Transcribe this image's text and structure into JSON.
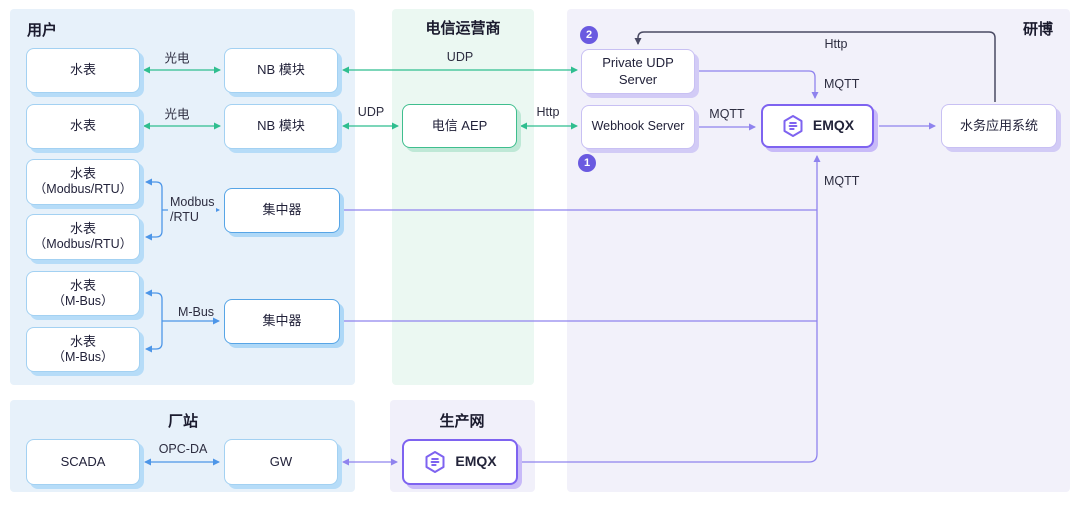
{
  "regions": {
    "user": "用户",
    "telecom": "电信运营商",
    "yanbo": "研博",
    "plant": "厂站",
    "production": "生产网"
  },
  "nodes": {
    "meter1": "水表",
    "meter2": "水表",
    "nb_module1": "NB 模块",
    "nb_module2": "NB 模块",
    "meter_modbus1": {
      "line1": "水表",
      "line2": "（Modbus/RTU）"
    },
    "meter_modbus2": {
      "line1": "水表",
      "line2": "（Modbus/RTU）"
    },
    "concentrator1": "集中器",
    "meter_mbus1": {
      "line1": "水表",
      "line2": "（M-Bus）"
    },
    "meter_mbus2": {
      "line1": "水表",
      "line2": "（M-Bus）"
    },
    "concentrator2": "集中器",
    "telecom_aep": "电信 AEP",
    "private_udp_server": {
      "line1": "Private UDP",
      "line2": "Server"
    },
    "webhook_server": "Webhook Server",
    "emqx": "EMQX",
    "water_app": "水务应用系统",
    "scada": "SCADA",
    "gw": "GW",
    "emqx_production": "EMQX"
  },
  "edges": {
    "photoelectric1": "光电",
    "photoelectric2": "光电",
    "udp_top": "UDP",
    "udp_aep": "UDP",
    "http_aep": "Http",
    "http_app": "Http",
    "mqtt_webhook": "MQTT",
    "mqtt_udp": "MQTT",
    "mqtt_gateway": "MQTT",
    "modbus_line1": "Modbus",
    "modbus_line2": "/RTU",
    "mbus": "M-Bus",
    "opcda": "OPC-DA"
  },
  "badges": {
    "step1": "1",
    "step2": "2"
  },
  "colors": {
    "green": "#2fbe8f",
    "blue": "#4d96e8",
    "purple": "#8f83ee",
    "dark": "#4a4a63",
    "badge": "#6a5ae0",
    "emqx": "#7e63f0"
  }
}
